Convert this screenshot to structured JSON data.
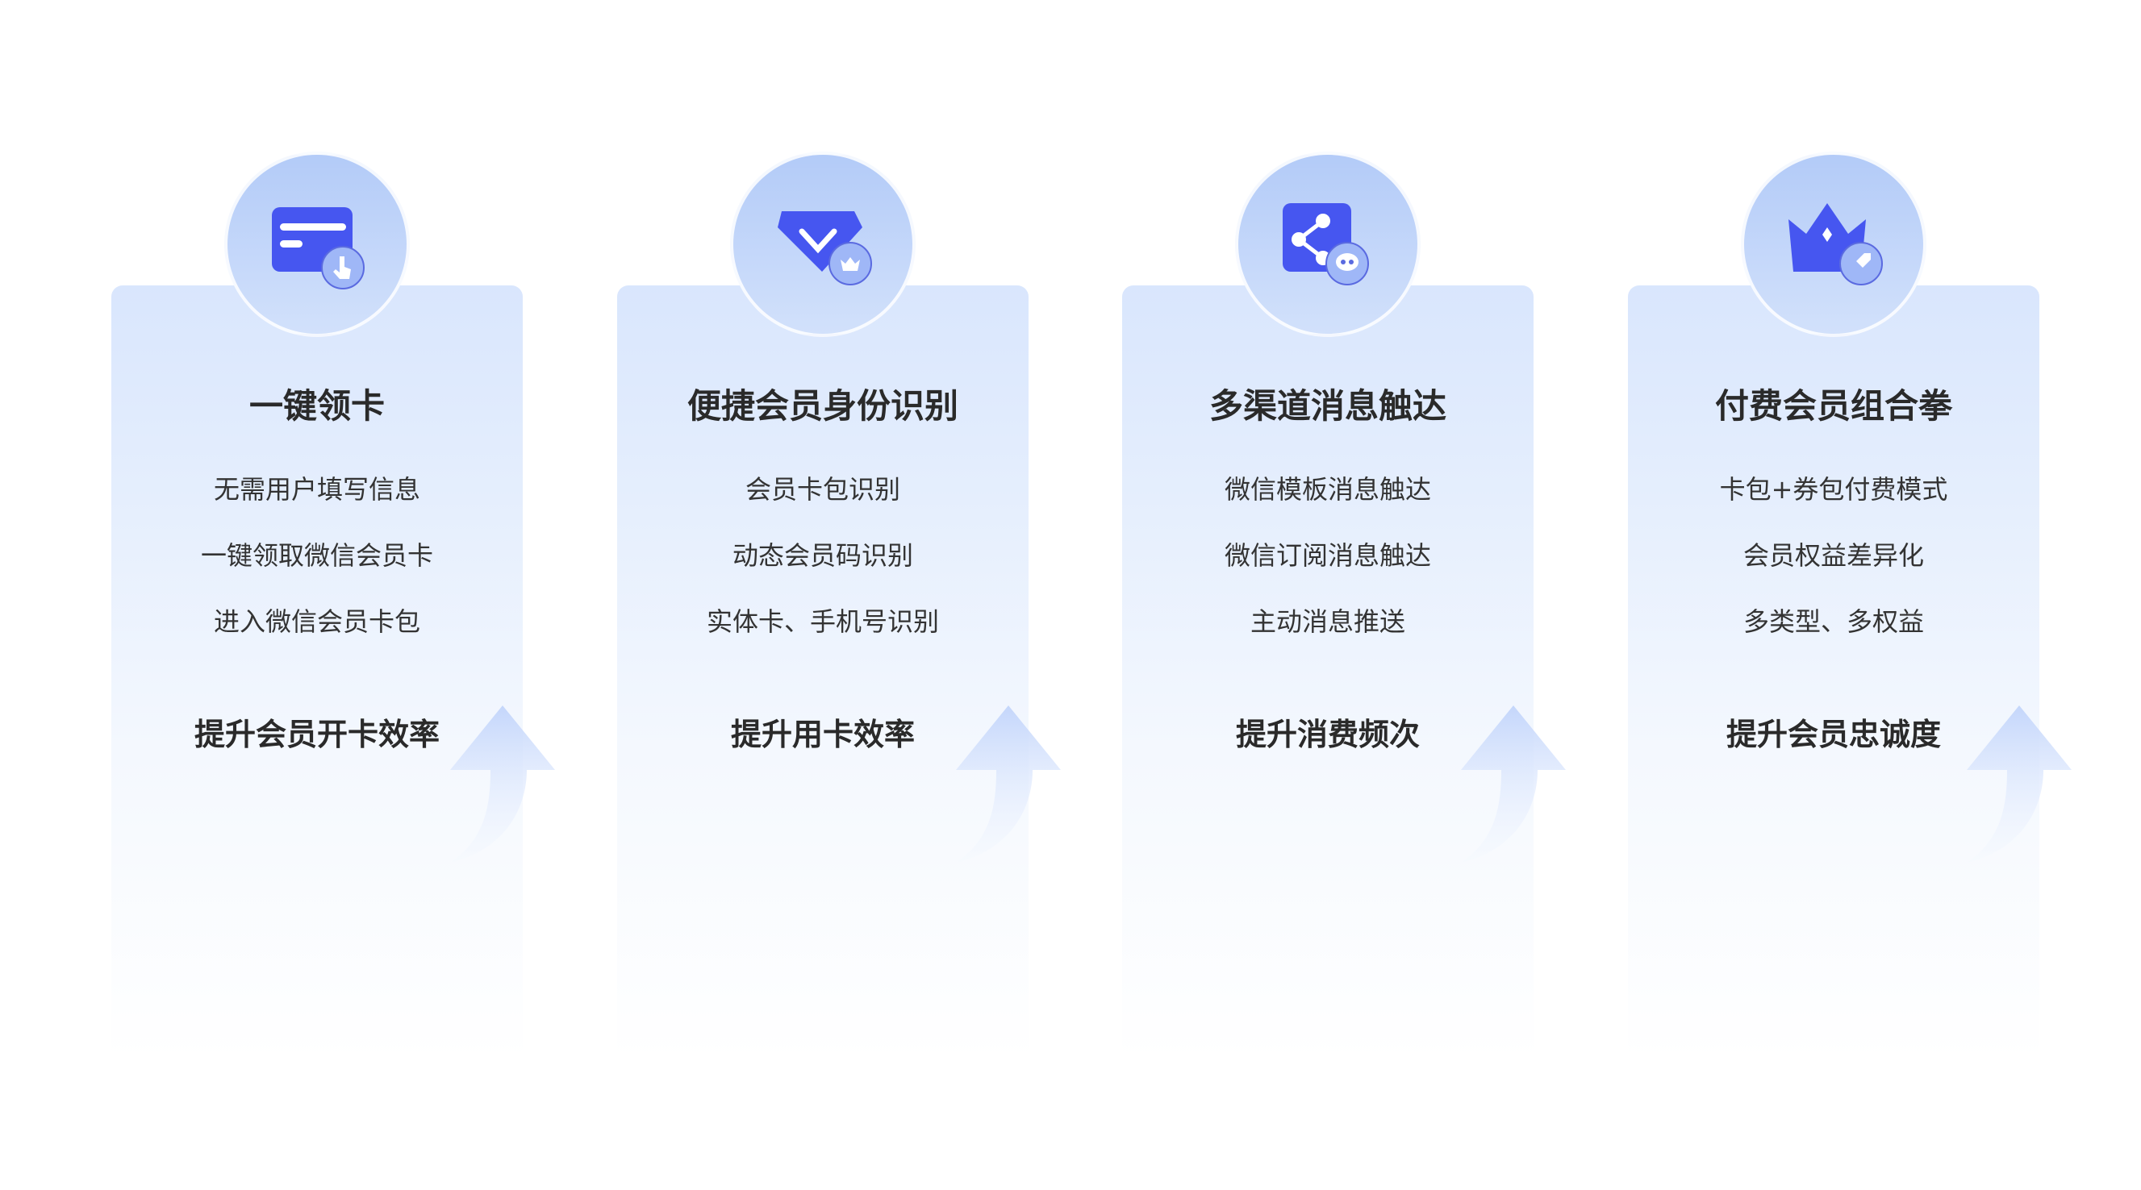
{
  "cards": [
    {
      "title": "一键领卡",
      "items": [
        "无需用户填写信息",
        "一键领取微信会员卡",
        "进入微信会员卡包"
      ],
      "result": "提升会员开卡效率",
      "icon": "card-tap-icon"
    },
    {
      "title": "便捷会员身份识别",
      "items": [
        "会员卡包识别",
        "动态会员码识别",
        "实体卡、手机号识别"
      ],
      "result": "提升用卡效率",
      "icon": "vip-diamond-icon"
    },
    {
      "title": "多渠道消息触达",
      "items": [
        "微信模板消息触达",
        "微信订阅消息触达",
        "主动消息推送"
      ],
      "result": "提升消费频次",
      "icon": "share-message-icon"
    },
    {
      "title": "付费会员组合拳",
      "items": [
        "卡包+券包付费模式",
        "会员权益差异化",
        "多类型、多权益"
      ],
      "result": "提升会员忠诚度",
      "icon": "crown-tag-icon"
    }
  ],
  "colors": {
    "accent": "#4a5cf0",
    "card_bg": "#dbe7fd",
    "circle_bg": "#b8cef8"
  }
}
